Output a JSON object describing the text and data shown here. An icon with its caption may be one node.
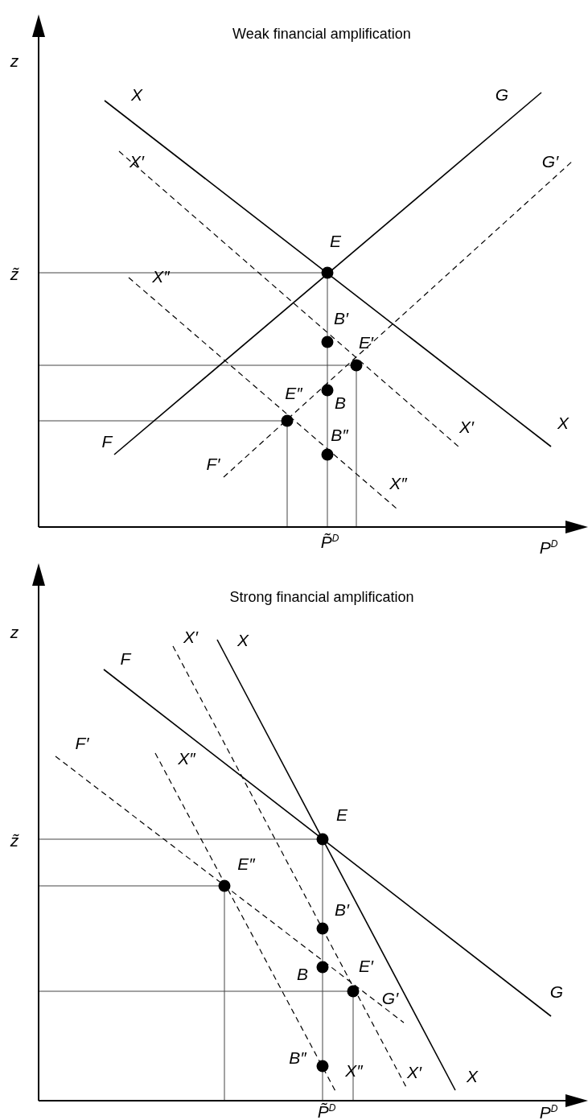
{
  "diagram": {
    "labels": [
      "Weak financial amplification",
      "z",
      "X",
      "G",
      "X′",
      "G′",
      "E",
      "z̃",
      "X″",
      "B′",
      "E′",
      "B",
      "E″",
      "X′",
      "X",
      "F",
      "B″",
      "F′",
      "X″",
      "P̃$^{D}$",
      "P$^{D}$",
      "Strong financial amplification",
      "z",
      "X′",
      "X",
      "F",
      "F′",
      "X″",
      "E",
      "z̃",
      "E″",
      "B′",
      "B",
      "E′",
      "G′",
      "G",
      "B″",
      "X″",
      "X′",
      "X",
      "P̃$^{D}$",
      "P$^{D}$"
    ]
  }
}
